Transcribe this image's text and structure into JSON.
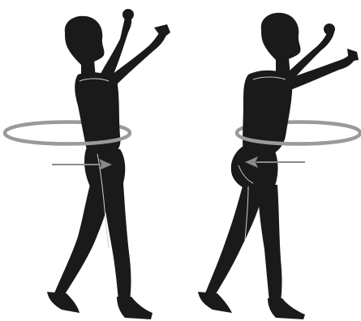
{
  "figures": [
    {
      "name": "figure-left",
      "hip_motion": "push-right"
    },
    {
      "name": "figure-right",
      "hip_motion": "push-left"
    }
  ],
  "colors": {
    "background": "#ffffff",
    "silhouette": "#1a1a1a",
    "contour": "#cfcfcf",
    "hoop": "#9a9a9a",
    "arrow": "#8a8a8a"
  },
  "icons": {
    "hoop": "hula-hoop-icon",
    "arrow_right": "arrow-right-icon",
    "arrow_left": "arrow-left-icon"
  }
}
